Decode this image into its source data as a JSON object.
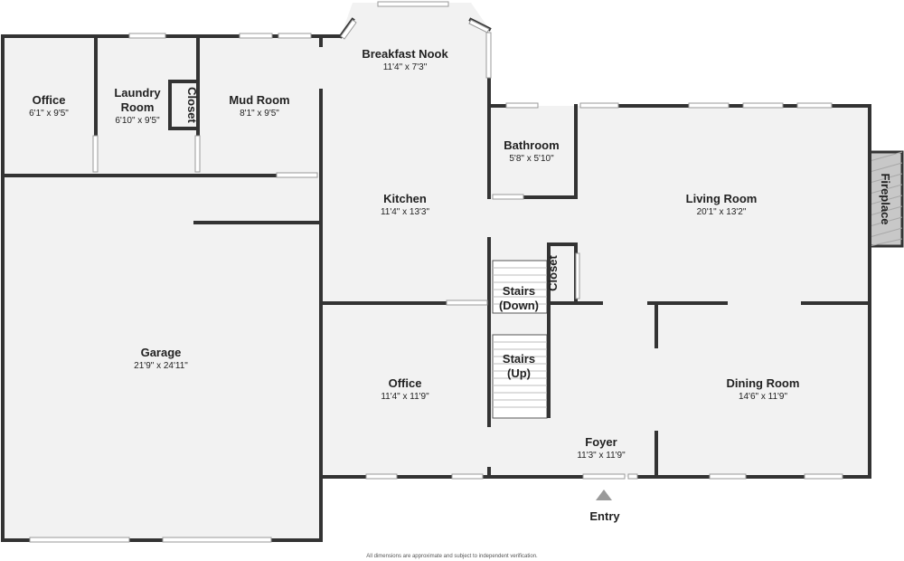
{
  "rooms": {
    "office_small": {
      "name": "Office",
      "dims": "6'1\" x 9'5\""
    },
    "laundry": {
      "name_line1": "Laundry",
      "name_line2": "Room",
      "dims": "6'10\" x 9'5\""
    },
    "closet_laundry": {
      "name": "Closet"
    },
    "mud_room": {
      "name": "Mud Room",
      "dims": "8'1\" x 9'5\""
    },
    "breakfast_nook": {
      "name": "Breakfast Nook",
      "dims": "11'4\" x 7'3\""
    },
    "bathroom": {
      "name": "Bathroom",
      "dims": "5'8\" x 5'10\""
    },
    "living_room": {
      "name": "Living Room",
      "dims": "20'1\" x 13'2\""
    },
    "fireplace": {
      "name": "Fireplace"
    },
    "kitchen": {
      "name": "Kitchen",
      "dims": "11'4\" x 13'3\""
    },
    "stairs_down": {
      "name_line1": "Stairs",
      "name_line2": "(Down)"
    },
    "closet_hall": {
      "name": "Closet"
    },
    "stairs_up": {
      "name_line1": "Stairs",
      "name_line2": "(Up)"
    },
    "garage": {
      "name": "Garage",
      "dims": "21'9\" x 24'11\""
    },
    "office_main": {
      "name": "Office",
      "dims": "11'4\" x 11'9\""
    },
    "dining_room": {
      "name": "Dining Room",
      "dims": "14'6\" x 11'9\""
    },
    "foyer": {
      "name": "Foyer",
      "dims": "11'3\" x 11'9\""
    }
  },
  "entry": {
    "label": "Entry"
  },
  "disclaimer": "All dimensions are approximate and subject to independent verification.",
  "colors": {
    "floor": "#f2f2f2",
    "wall": "#333333",
    "window": "#9a9a9a",
    "fireplace_fill": "#c8c8c8",
    "arrow": "#9a9a9a"
  }
}
